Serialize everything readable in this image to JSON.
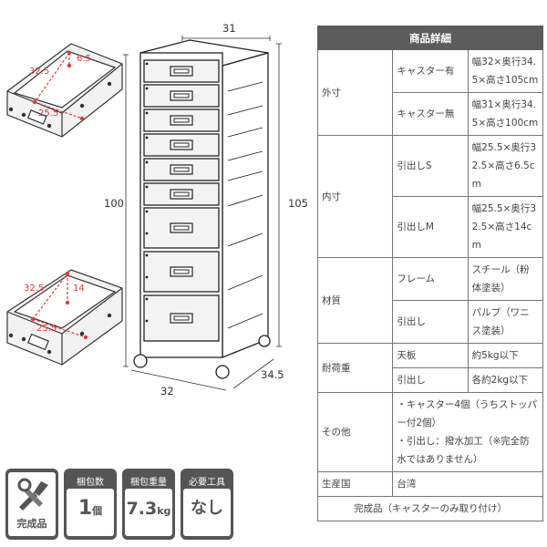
{
  "dimensions": {
    "width_top": "31",
    "height_left": "100",
    "height_right": "105",
    "width_bottom": "32",
    "depth_bottom": "34.5"
  },
  "drawer_small": {
    "depth": "32.5",
    "height": "6.5",
    "width": "25.5"
  },
  "drawer_medium": {
    "depth": "32.5",
    "height": "14",
    "width": "25.5"
  },
  "spec": {
    "header": "商品詳細",
    "size": {
      "category": "外寸",
      "with_caster_label": "キャスター有",
      "with_caster_value": "幅32×奥行34.5×高さ105cm",
      "without_caster_label": "キャスター無",
      "without_caster_value": "幅31×奥行34.5×高さ100cm"
    },
    "inner": {
      "category": "内寸",
      "drawer_s_label": "引出しS",
      "drawer_s_value": "幅25.5×奥行32.5×高さ6.5cm",
      "drawer_m_label": "引出しM",
      "drawer_m_value": "幅25.5×奥行32.5×高さ14cm"
    },
    "material": {
      "category": "材質",
      "frame_label": "フレーム",
      "frame_value": "スチール（粉体塗装）",
      "drawer_label": "引出し",
      "drawer_value": "パルプ（ワニス塗装）"
    },
    "load": {
      "category": "耐荷重",
      "top_label": "天板",
      "top_value": "約5kg以下",
      "drawer_label": "引出し",
      "drawer_value": "各約2kg以下"
    },
    "other": {
      "category": "その他",
      "line1": "・キャスター4個（うちストッパー付2個）",
      "line2": "・引出し：撥水加工（※完全防水ではありません）"
    },
    "origin": {
      "category": "生産国",
      "value": "台湾"
    },
    "footer": "完成品（キャスターのみ取り付け）"
  },
  "badges": {
    "finished": {
      "label": "完成品"
    },
    "package": {
      "caption": "梱包数",
      "value": "1",
      "unit": "個"
    },
    "weight": {
      "caption": "梱包重量",
      "value": "7.3",
      "unit": "kg"
    },
    "tools": {
      "caption": "必要工具",
      "value": "なし"
    }
  }
}
